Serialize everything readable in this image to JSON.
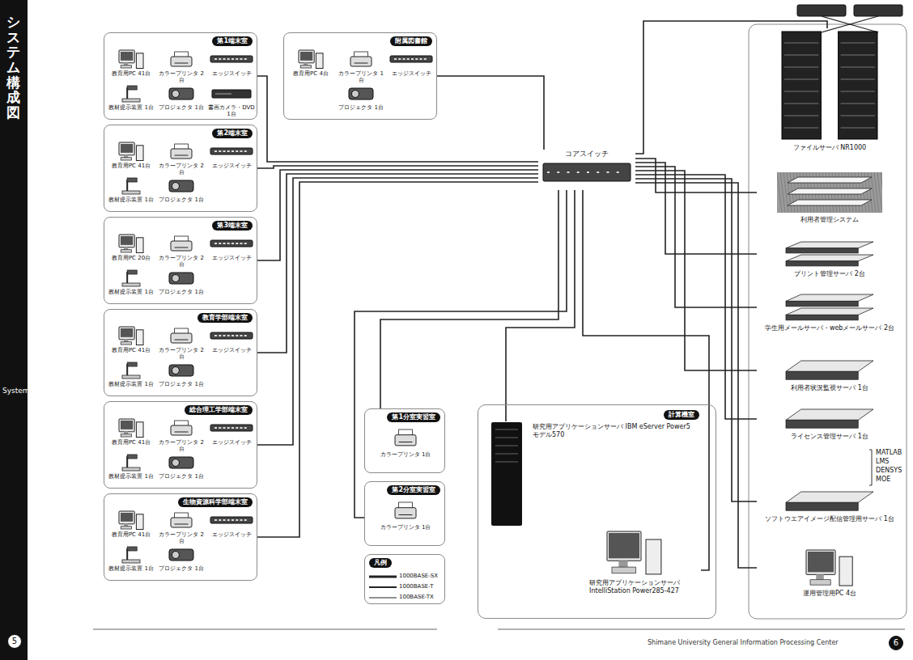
{
  "diagram": {
    "title": "システム構成図",
    "nodes": [
      {
        "text": [
          "第1端末室",
          "教育用PC 41台",
          "カラープリンタ 2台",
          "エッジスイッチ",
          "教材提示装置 1台",
          "プロジェクタ 1台",
          "書画カメラ・DVD 1台"
        ]
      },
      {
        "text": [
          "第2端末室",
          "教育用PC 41台",
          "カラープリンタ 2台",
          "エッジスイッチ",
          "教材提示装置 1台",
          "プロジェクタ 1台"
        ]
      },
      {
        "text": [
          "第3端末室",
          "教育用PC 20台",
          "カラープリンタ 2台",
          "エッジスイッチ",
          "教材提示装置 1台",
          "プロジェクタ 1台"
        ]
      },
      {
        "text": [
          "教育学部端末室",
          "教育用PC 41台",
          "カラープリンタ 2台",
          "エッジスイッチ",
          "教材提示装置 1台",
          "プロジェクタ 1台"
        ]
      },
      {
        "text": [
          "総合理工学部端末室",
          "教育用PC 41台",
          "カラープリンタ 2台",
          "エッジスイッチ",
          "教材提示装置 1台",
          "プロジェクタ 1台"
        ]
      },
      {
        "text": [
          "生物資源科学部端末室",
          "教育用PC 41台",
          "カラープリンタ 2台",
          "エッジスイッチ",
          "教材提示装置 1台",
          "プロジェクタ 1台"
        ]
      },
      {
        "text": [
          "附属図書館",
          "教育用PC 4台",
          "カラープリンタ 1台",
          "エッジスイッチ",
          "プロジェクタ 1台"
        ]
      },
      {
        "text": [
          "コアスイッチ"
        ]
      },
      {
        "text": [
          "第1分室実習室",
          "カラープリンタ 1台"
        ]
      },
      {
        "text": [
          "第2分室実習室",
          "カラープリンタ 1台"
        ]
      },
      {
        "text": [
          "計算機室"
        ]
      },
      {
        "text": [
          "研究用アプリケーションサーバ IBM eServer Power5 モデル570"
        ],
        "in": 10
      },
      {
        "text": [
          "研究用アプリケーションサーバ IntelliStation Power285-427"
        ],
        "in": 10
      },
      {
        "text": [
          "ファイルサーバ NR1000"
        ]
      },
      {
        "text": [
          "利用者管理システム"
        ]
      },
      {
        "text": [
          "プリント管理サーバ 2台"
        ]
      },
      {
        "text": [
          "学生用メールサーバ・webメールサーバ 2台"
        ]
      },
      {
        "text": [
          "利用者状況監視サーバ 1台"
        ]
      },
      {
        "text": [
          "ライセンス管理サーバ 1台"
        ]
      },
      {
        "text": [
          "ソフトウエアイメージ配信管理用サーバ 1台"
        ]
      },
      {
        "text": [
          "運用管理用PC 4台"
        ]
      }
    ],
    "edges": [
      {
        "from": 0,
        "to": 7,
        "arrow": "none"
      },
      {
        "from": 1,
        "to": 7,
        "arrow": "none"
      },
      {
        "from": 2,
        "to": 7,
        "arrow": "none"
      },
      {
        "from": 3,
        "to": 7,
        "arrow": "none"
      },
      {
        "from": 4,
        "to": 7,
        "arrow": "none"
      },
      {
        "from": 5,
        "to": 7,
        "arrow": "none"
      },
      {
        "from": 6,
        "to": 7,
        "arrow": "none"
      },
      {
        "from": 8,
        "to": 7,
        "arrow": "none"
      },
      {
        "from": 9,
        "to": 7,
        "arrow": "none"
      },
      {
        "from": 11,
        "to": 7,
        "arrow": "none"
      },
      {
        "from": 12,
        "to": 7,
        "arrow": "none"
      },
      {
        "from": 7,
        "to": 13,
        "arrow": "none"
      },
      {
        "from": 7,
        "to": 14,
        "arrow": "none"
      },
      {
        "from": 7,
        "to": 15,
        "arrow": "none"
      },
      {
        "from": 7,
        "to": 16,
        "arrow": "none"
      },
      {
        "from": 7,
        "to": 17,
        "arrow": "none"
      },
      {
        "from": 7,
        "to": 18,
        "arrow": "none"
      },
      {
        "from": 7,
        "to": 19,
        "arrow": "none"
      },
      {
        "from": 7,
        "to": 20,
        "arrow": "none"
      }
    ],
    "labels": [
      "System",
      "5",
      "MATLAB",
      "LMS",
      "DENSYS",
      "MOE",
      "凡例",
      "Shimane University General Information Processing Center",
      "6"
    ],
    "legend": [
      {
        "text": "1000BASE-SX"
      },
      {
        "text": "1000BASE-T"
      },
      {
        "text": "100BASE-TX"
      }
    ]
  }
}
